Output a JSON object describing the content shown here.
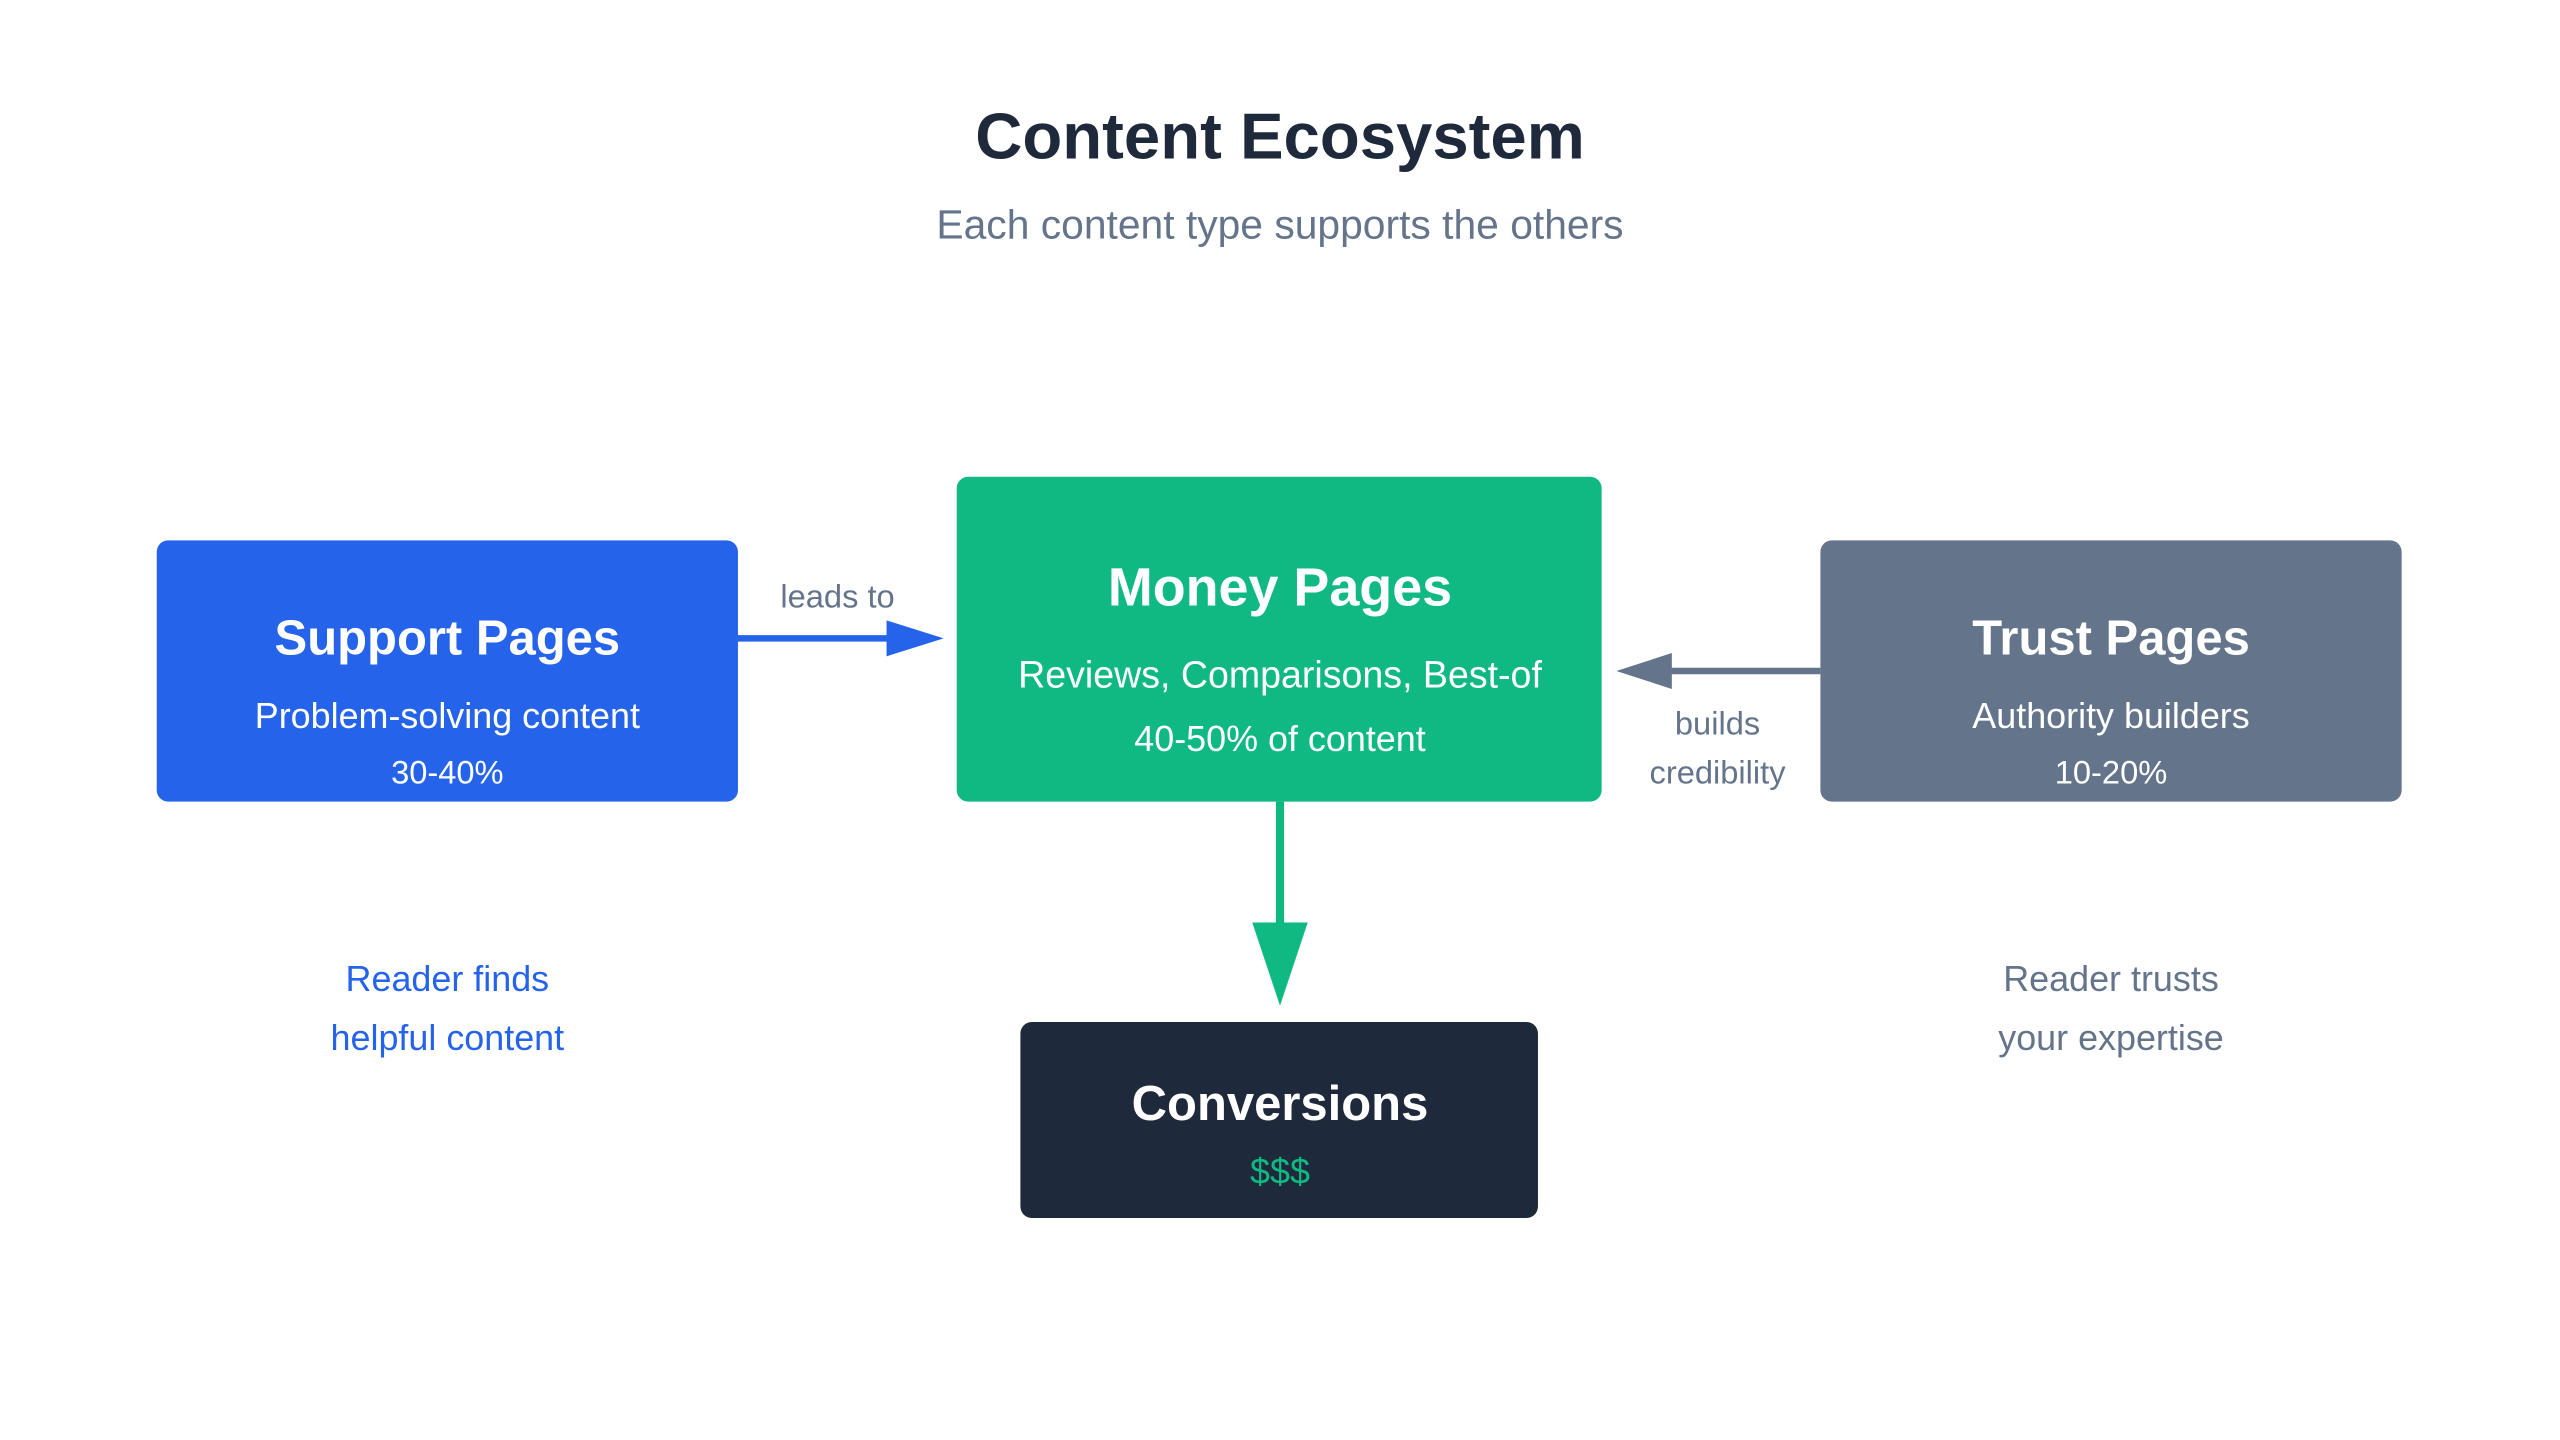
{
  "header": {
    "title": "Content Ecosystem",
    "subtitle": "Each content type supports the others"
  },
  "nodes": {
    "support": {
      "title": "Support Pages",
      "line1": "Problem-solving content",
      "line2": "30-40%",
      "color": "#2563eb"
    },
    "money": {
      "title": "Money Pages",
      "line1": "Reviews, Comparisons, Best-of",
      "line2": "40-50% of content",
      "color": "#10b981"
    },
    "trust": {
      "title": "Trust Pages",
      "line1": "Authority builders",
      "line2": "10-20%",
      "color": "#64748b"
    },
    "conversions": {
      "title": "Conversions",
      "line1": "$$$",
      "color": "#1e293b"
    }
  },
  "edges": {
    "support_to_money": "leads to",
    "trust_to_money_1": "builds",
    "trust_to_money_2": "credibility"
  },
  "notes": {
    "support_1": "Reader finds",
    "support_2": "helpful content",
    "trust_1": "Reader trusts",
    "trust_2": "your expertise"
  }
}
